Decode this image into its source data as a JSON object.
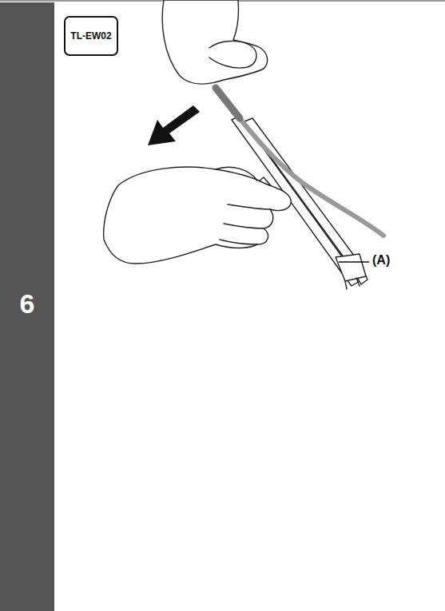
{
  "diagram": {
    "nodes": [
      {
        "text": [
          "TL-EW02"
        ]
      }
    ],
    "labels": [
      "6",
      "(A)"
    ]
  }
}
